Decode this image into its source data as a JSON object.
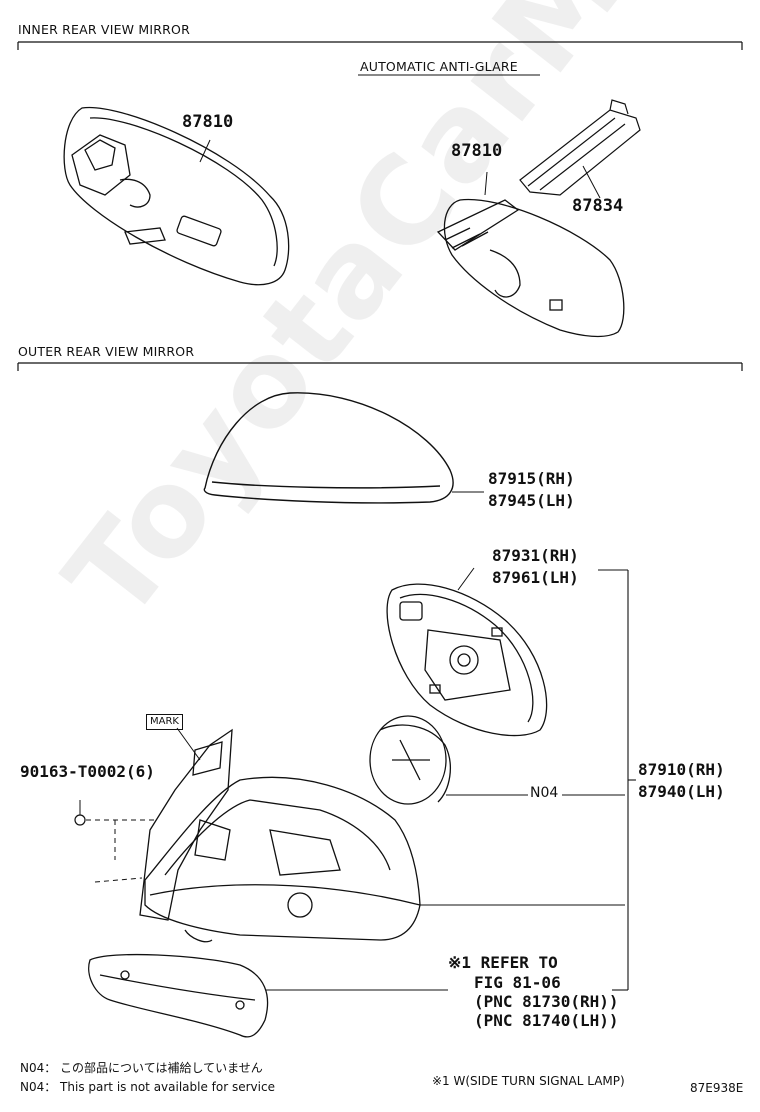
{
  "sections": {
    "inner_title": "INNER REAR VIEW MIRROR",
    "outer_title": "OUTER REAR VIEW MIRROR",
    "auto_label": "AUTOMATIC ANTI-GLARE"
  },
  "parts": {
    "p87810_a": "87810",
    "p87810_b": "87810",
    "p87834": "87834",
    "p87915": "87915(RH)",
    "p87945": "87945(LH)",
    "p87931": "87931(RH)",
    "p87961": "87961(LH)",
    "p87910": "87910(RH)",
    "p87940": "87940(LH)",
    "p90163": "90163-T0002(6)",
    "n04": "N04",
    "mark": "MARK"
  },
  "refer": {
    "line1": "※1 REFER TO",
    "line2": "FIG 81-06",
    "line3": "(PNC 81730(RH))",
    "line4": "(PNC 81740(LH))"
  },
  "notes": {
    "jp": "N04： この部品については補給していません",
    "en": "N04： This part is not available for service",
    "signal": "※1 W(SIDE TURN SIGNAL LAMP)",
    "code": "87E938E"
  },
  "watermark": "ToyotaCarMine.ru"
}
